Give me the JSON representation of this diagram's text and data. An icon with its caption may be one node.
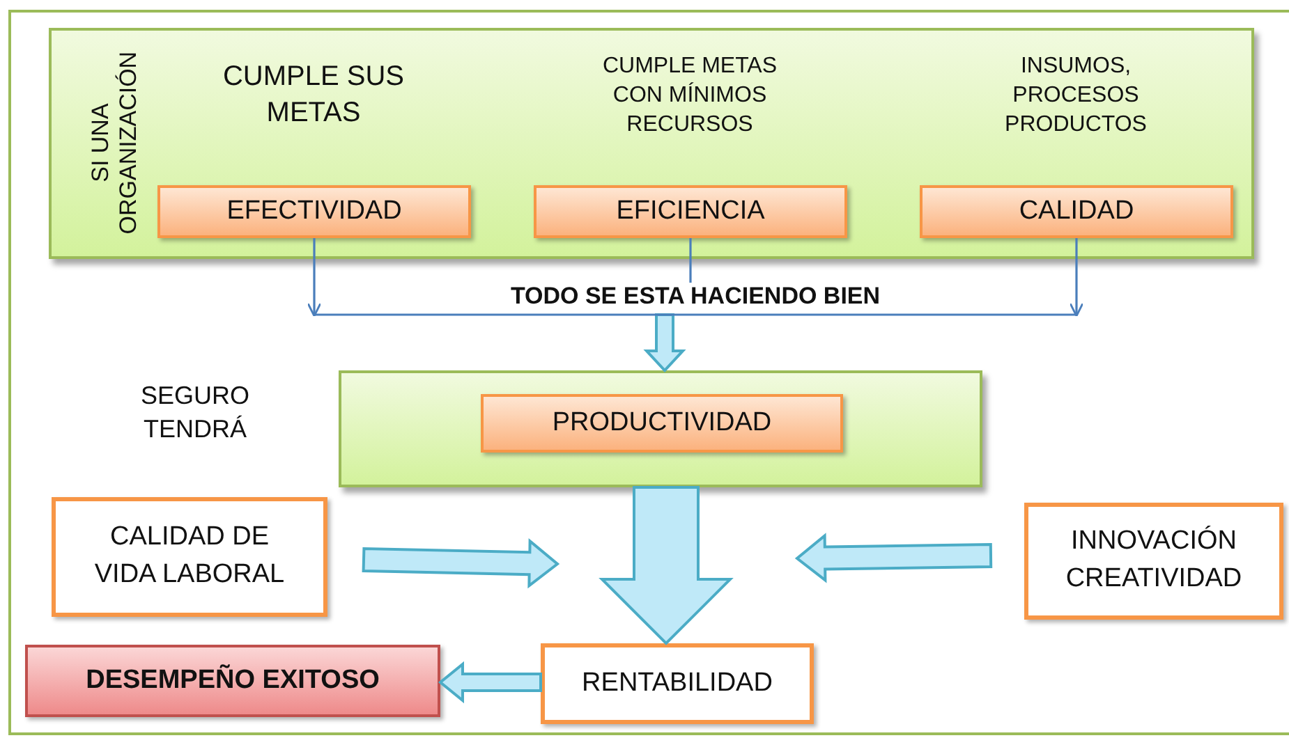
{
  "diagram": {
    "nodes": [
      {
        "text": [
          "SI UNA ORGANIZACIÓN"
        ]
      },
      {
        "text": [
          "EFECTIVIDAD"
        ],
        "in": 0,
        "beside": [
          "CUMPLE SUS METAS"
        ]
      },
      {
        "text": [
          "EFICIENCIA"
        ],
        "in": 0,
        "beside": [
          "CUMPLE METAS CON MÍNIMOS RECURSOS"
        ]
      },
      {
        "text": [
          "CALIDAD"
        ],
        "in": 0,
        "beside": [
          "INSUMOS, PROCESOS PRODUCTOS"
        ]
      },
      {
        "text": [
          "TODO SE ESTA HACIENDO BIEN"
        ]
      },
      {
        "text": [],
        "shape": "box"
      },
      {
        "text": [
          "PRODUCTIVIDAD"
        ],
        "in": 5
      },
      {
        "text": [
          "CALIDAD DE VIDA LABORAL"
        ]
      },
      {
        "text": [
          "INNOVACIÓN CREATIVIDAD"
        ]
      },
      {
        "text": [
          "RENTABILIDAD"
        ]
      },
      {
        "text": [
          "DESEMPEÑO EXITOSO"
        ]
      }
    ],
    "edges": [
      {
        "from": 1,
        "to": null,
        "arrow": "to",
        "color": "#4a7ebb"
      },
      {
        "from": 2,
        "to": 4,
        "arrow": "none",
        "color": "#4a7ebb"
      },
      {
        "from": 3,
        "to": null,
        "arrow": "to",
        "color": "#4a7ebb"
      },
      {
        "from": 4,
        "to": 5,
        "arrow": "to",
        "style": "thick"
      },
      {
        "from": 5,
        "to": 9,
        "arrow": "to",
        "style": "thick"
      },
      {
        "from": 7,
        "to": null,
        "arrow": "to",
        "style": "thick"
      },
      {
        "from": 8,
        "to": null,
        "arrow": "to",
        "style": "thick"
      },
      {
        "from": 9,
        "to": 10,
        "arrow": "to",
        "style": "thick"
      }
    ],
    "labels": [
      "SEGURO TENDRÁ"
    ]
  }
}
